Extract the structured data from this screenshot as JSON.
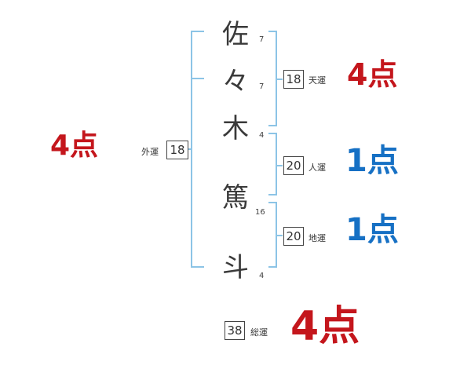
{
  "name_chars": [
    {
      "char": "佐",
      "strokes": "7"
    },
    {
      "char": "々",
      "strokes": "7"
    },
    {
      "char": "木",
      "strokes": "4"
    },
    {
      "char": "篤",
      "strokes": "16"
    },
    {
      "char": "斗",
      "strokes": "4"
    }
  ],
  "fortunes": {
    "gaiun": {
      "label": "外運",
      "value": "18",
      "score": "4点"
    },
    "tenun": {
      "label": "天運",
      "value": "18",
      "score": "4点"
    },
    "jinun": {
      "label": "人運",
      "value": "20",
      "score": "1点"
    },
    "chiun": {
      "label": "地運",
      "value": "20",
      "score": "1点"
    },
    "souun": {
      "label": "総運",
      "value": "38",
      "score": "4点"
    }
  },
  "colors": {
    "bracket": "#8cc4e6",
    "score_red": "#c4161c",
    "score_blue": "#1670c4"
  }
}
